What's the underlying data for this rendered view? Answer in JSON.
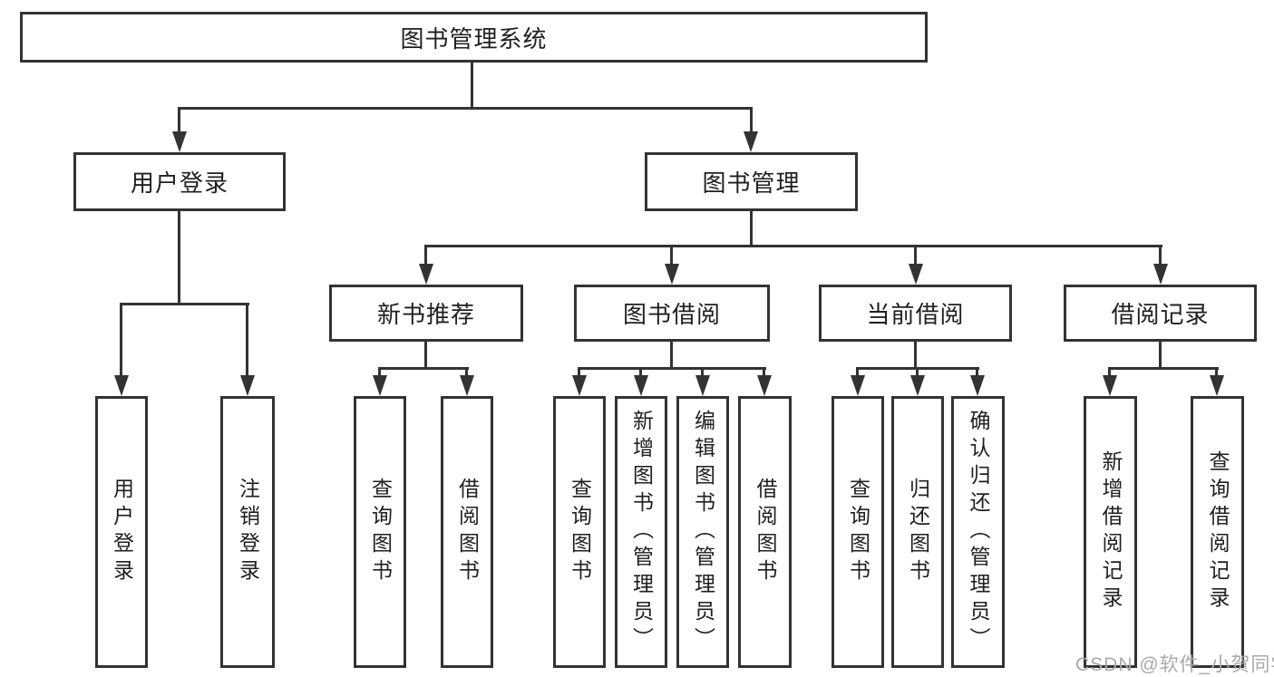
{
  "diagram_type": "hierarchy",
  "tree": {
    "root": "图书管理系统",
    "branches": [
      {
        "label": "用户登录",
        "children": [
          "用户登录",
          "注销登录"
        ]
      },
      {
        "label": "图书管理",
        "sections": [
          {
            "label": "新书推荐",
            "children": [
              "查询图书",
              "借阅图书"
            ]
          },
          {
            "label": "图书借阅",
            "children": [
              "查询图书",
              "新增图书（管理员）",
              "编辑图书（管理员）",
              "借阅图书"
            ]
          },
          {
            "label": "当前借阅",
            "children": [
              "查询图书",
              "归还图书",
              "确认归还（管理员）"
            ]
          },
          {
            "label": "借阅记录",
            "children": [
              "新增借阅记录",
              "查询借阅记录"
            ]
          }
        ]
      }
    ]
  },
  "watermark": {
    "text": "CSDN @软件_小贺同学",
    "color": "#a9a9a9"
  },
  "colors": {
    "line": "#333333",
    "box_fill": "#ffffff",
    "text": "#1f1f1f",
    "background": "#ffffff"
  }
}
